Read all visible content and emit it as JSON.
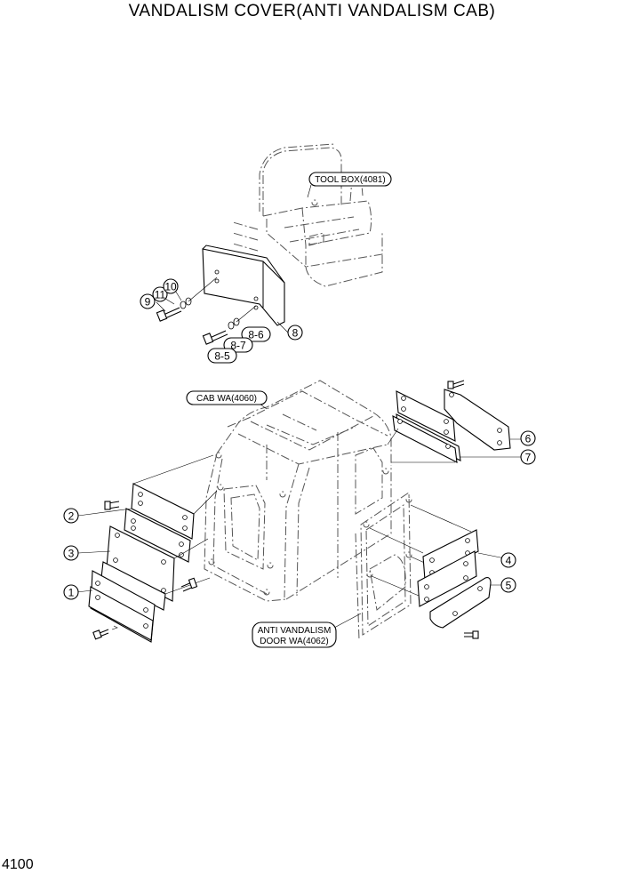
{
  "diagram": {
    "title": "VANDALISM COVER(ANTI VANDALISM CAB)",
    "page_number": "4100",
    "references": {
      "tool_box": "TOOL BOX(4081)",
      "cab": "CAB WA(4060)",
      "door_line1": "ANTI VANDALISM",
      "door_line2": "DOOR WA(4062)"
    },
    "callouts": {
      "c1": "1",
      "c2": "2",
      "c3": "3",
      "c4": "4",
      "c5": "5",
      "c6": "6",
      "c7": "7",
      "c8": "8",
      "c9": "9",
      "c10": "10",
      "c11": "11",
      "c85": "8-5",
      "c86": "8-6",
      "c87": "8-7"
    },
    "colors": {
      "line": "#000000",
      "hidden_line": "#666666",
      "background": "#ffffff"
    }
  }
}
